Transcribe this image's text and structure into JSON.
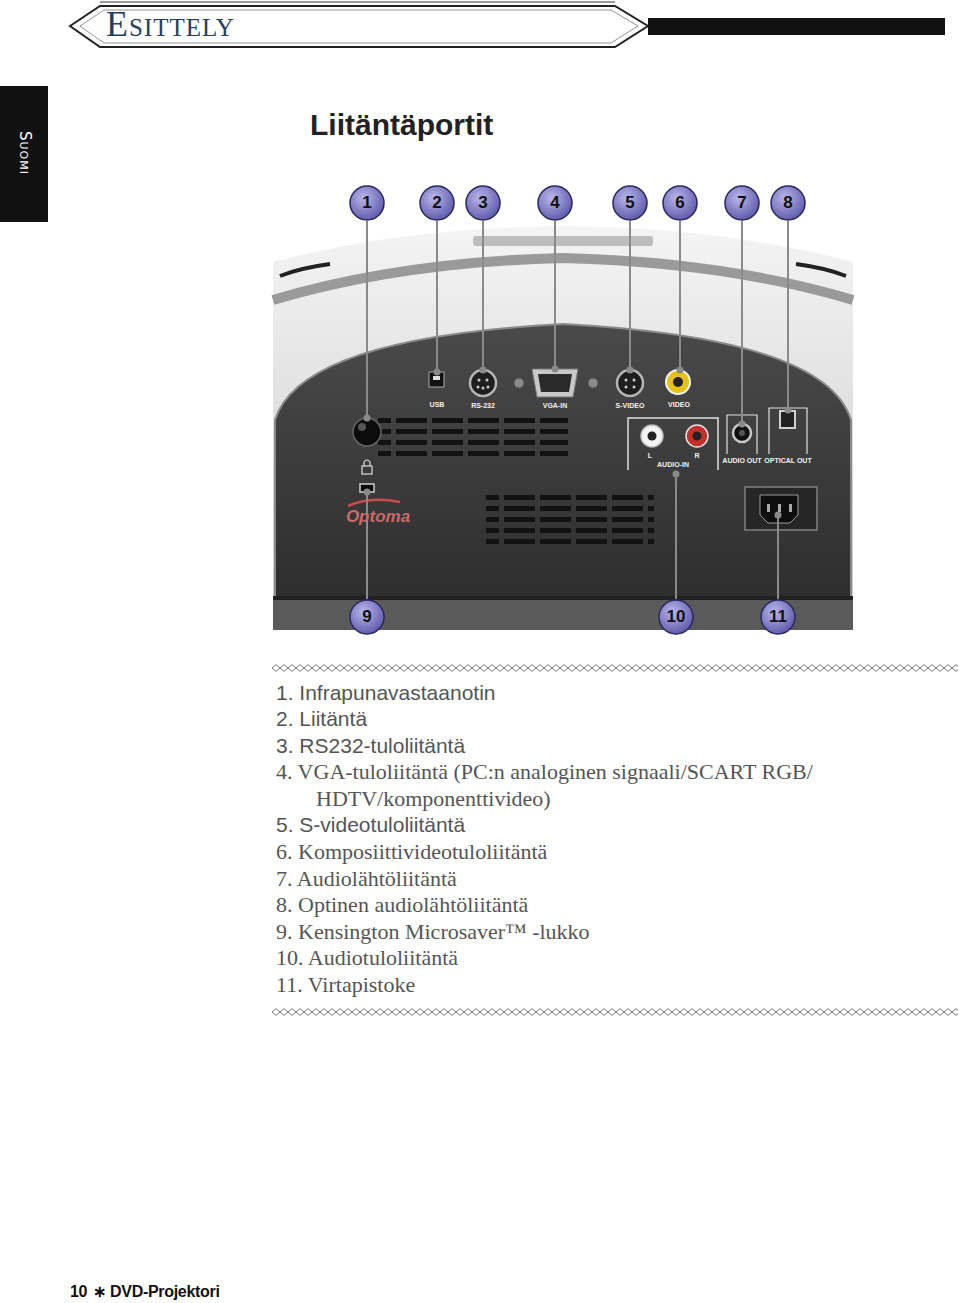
{
  "diagram": {
    "title": "Liitäntäportit",
    "labels": [
      "Esittely",
      "Suomi",
      "1",
      "2",
      "3",
      "4",
      "5",
      "6",
      "7",
      "8",
      "9",
      "10",
      "11",
      "USB",
      "RS-232",
      "VGA-IN",
      "S-VIDEO",
      "VIDEO",
      "AUDIO OUT",
      "OPTICAL OUT",
      "L",
      "R",
      "AUDIO-IN",
      "Optoma",
      "1. Infrapunavastaanotin",
      "2. Liitäntä",
      "3. RS232-tuloliitäntä",
      "4. VGA-tuloliitäntä (PC:n analoginen signaali/SCART RGB/ HDTV/komponenttivideo)",
      "5. S-videotuloliitäntä",
      "6. Komposiittivideotuloliitäntä",
      "7. Audiolähtöliitäntä",
      "8. Optinen audiolähtöliitäntä",
      "9. Kensington Microsaver™ -lukko",
      "10. Audiotuloliitäntä",
      "11. Virtapistoke",
      "10",
      "∗",
      "DVD-Projektori"
    ]
  }
}
